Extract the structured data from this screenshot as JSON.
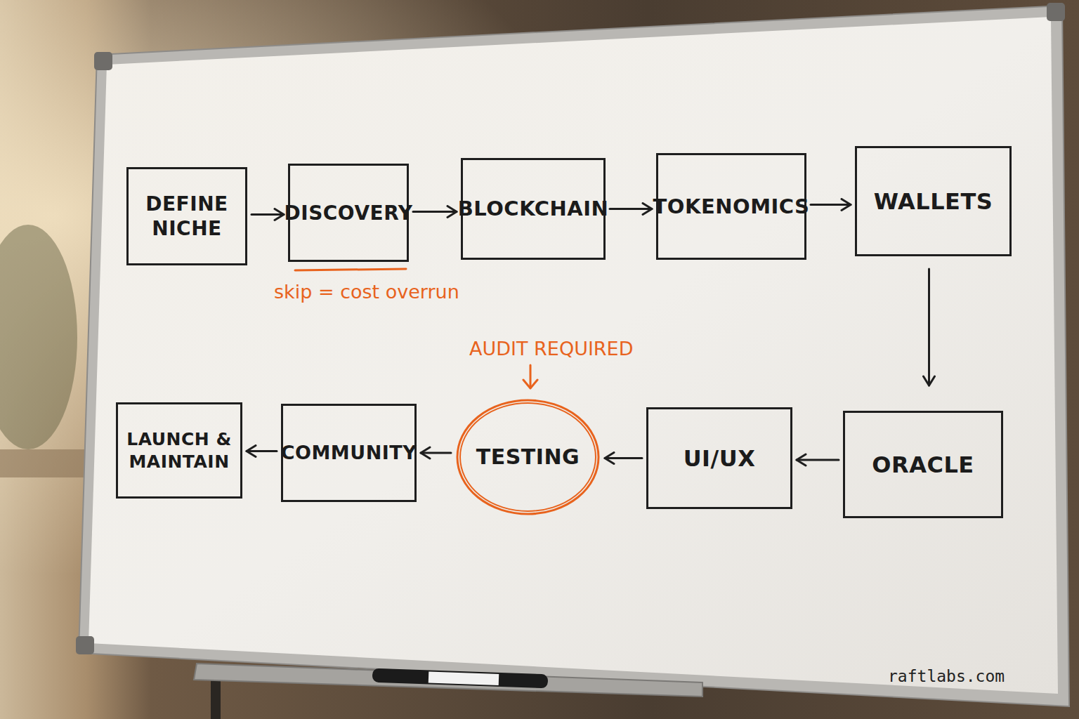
{
  "diagram": {
    "nodes": [
      {
        "text": [
          "DEFINE NICHE"
        ]
      },
      {
        "text": [
          "DISCOVERY"
        ]
      },
      {
        "text": [
          "BLOCKCHAIN"
        ]
      },
      {
        "text": [
          "TOKENOMICS"
        ]
      },
      {
        "text": [
          "WALLETS"
        ]
      },
      {
        "text": [
          "ORACLE"
        ]
      },
      {
        "text": [
          "UI/UX"
        ]
      },
      {
        "text": [
          "TESTING"
        ]
      },
      {
        "text": [
          "COMMUNITY"
        ]
      },
      {
        "text": [
          "LAUNCH & MAINTAIN"
        ]
      }
    ],
    "edges": [
      {
        "from": 0,
        "to": 1,
        "arrow": "to"
      },
      {
        "from": 1,
        "to": 2,
        "arrow": "to"
      },
      {
        "from": 2,
        "to": 3,
        "arrow": "to"
      },
      {
        "from": 3,
        "to": 4,
        "arrow": "to"
      },
      {
        "from": 4,
        "to": 5,
        "arrow": "to"
      },
      {
        "from": 5,
        "to": 6,
        "arrow": "to"
      },
      {
        "from": 6,
        "to": 7,
        "arrow": "to"
      },
      {
        "from": 7,
        "to": 8,
        "arrow": "to"
      },
      {
        "from": 8,
        "to": 9,
        "arrow": "to"
      }
    ],
    "labels": [
      "skip = cost overrun",
      "AUDIT REQUIRED",
      "raftlabs.com"
    ]
  }
}
